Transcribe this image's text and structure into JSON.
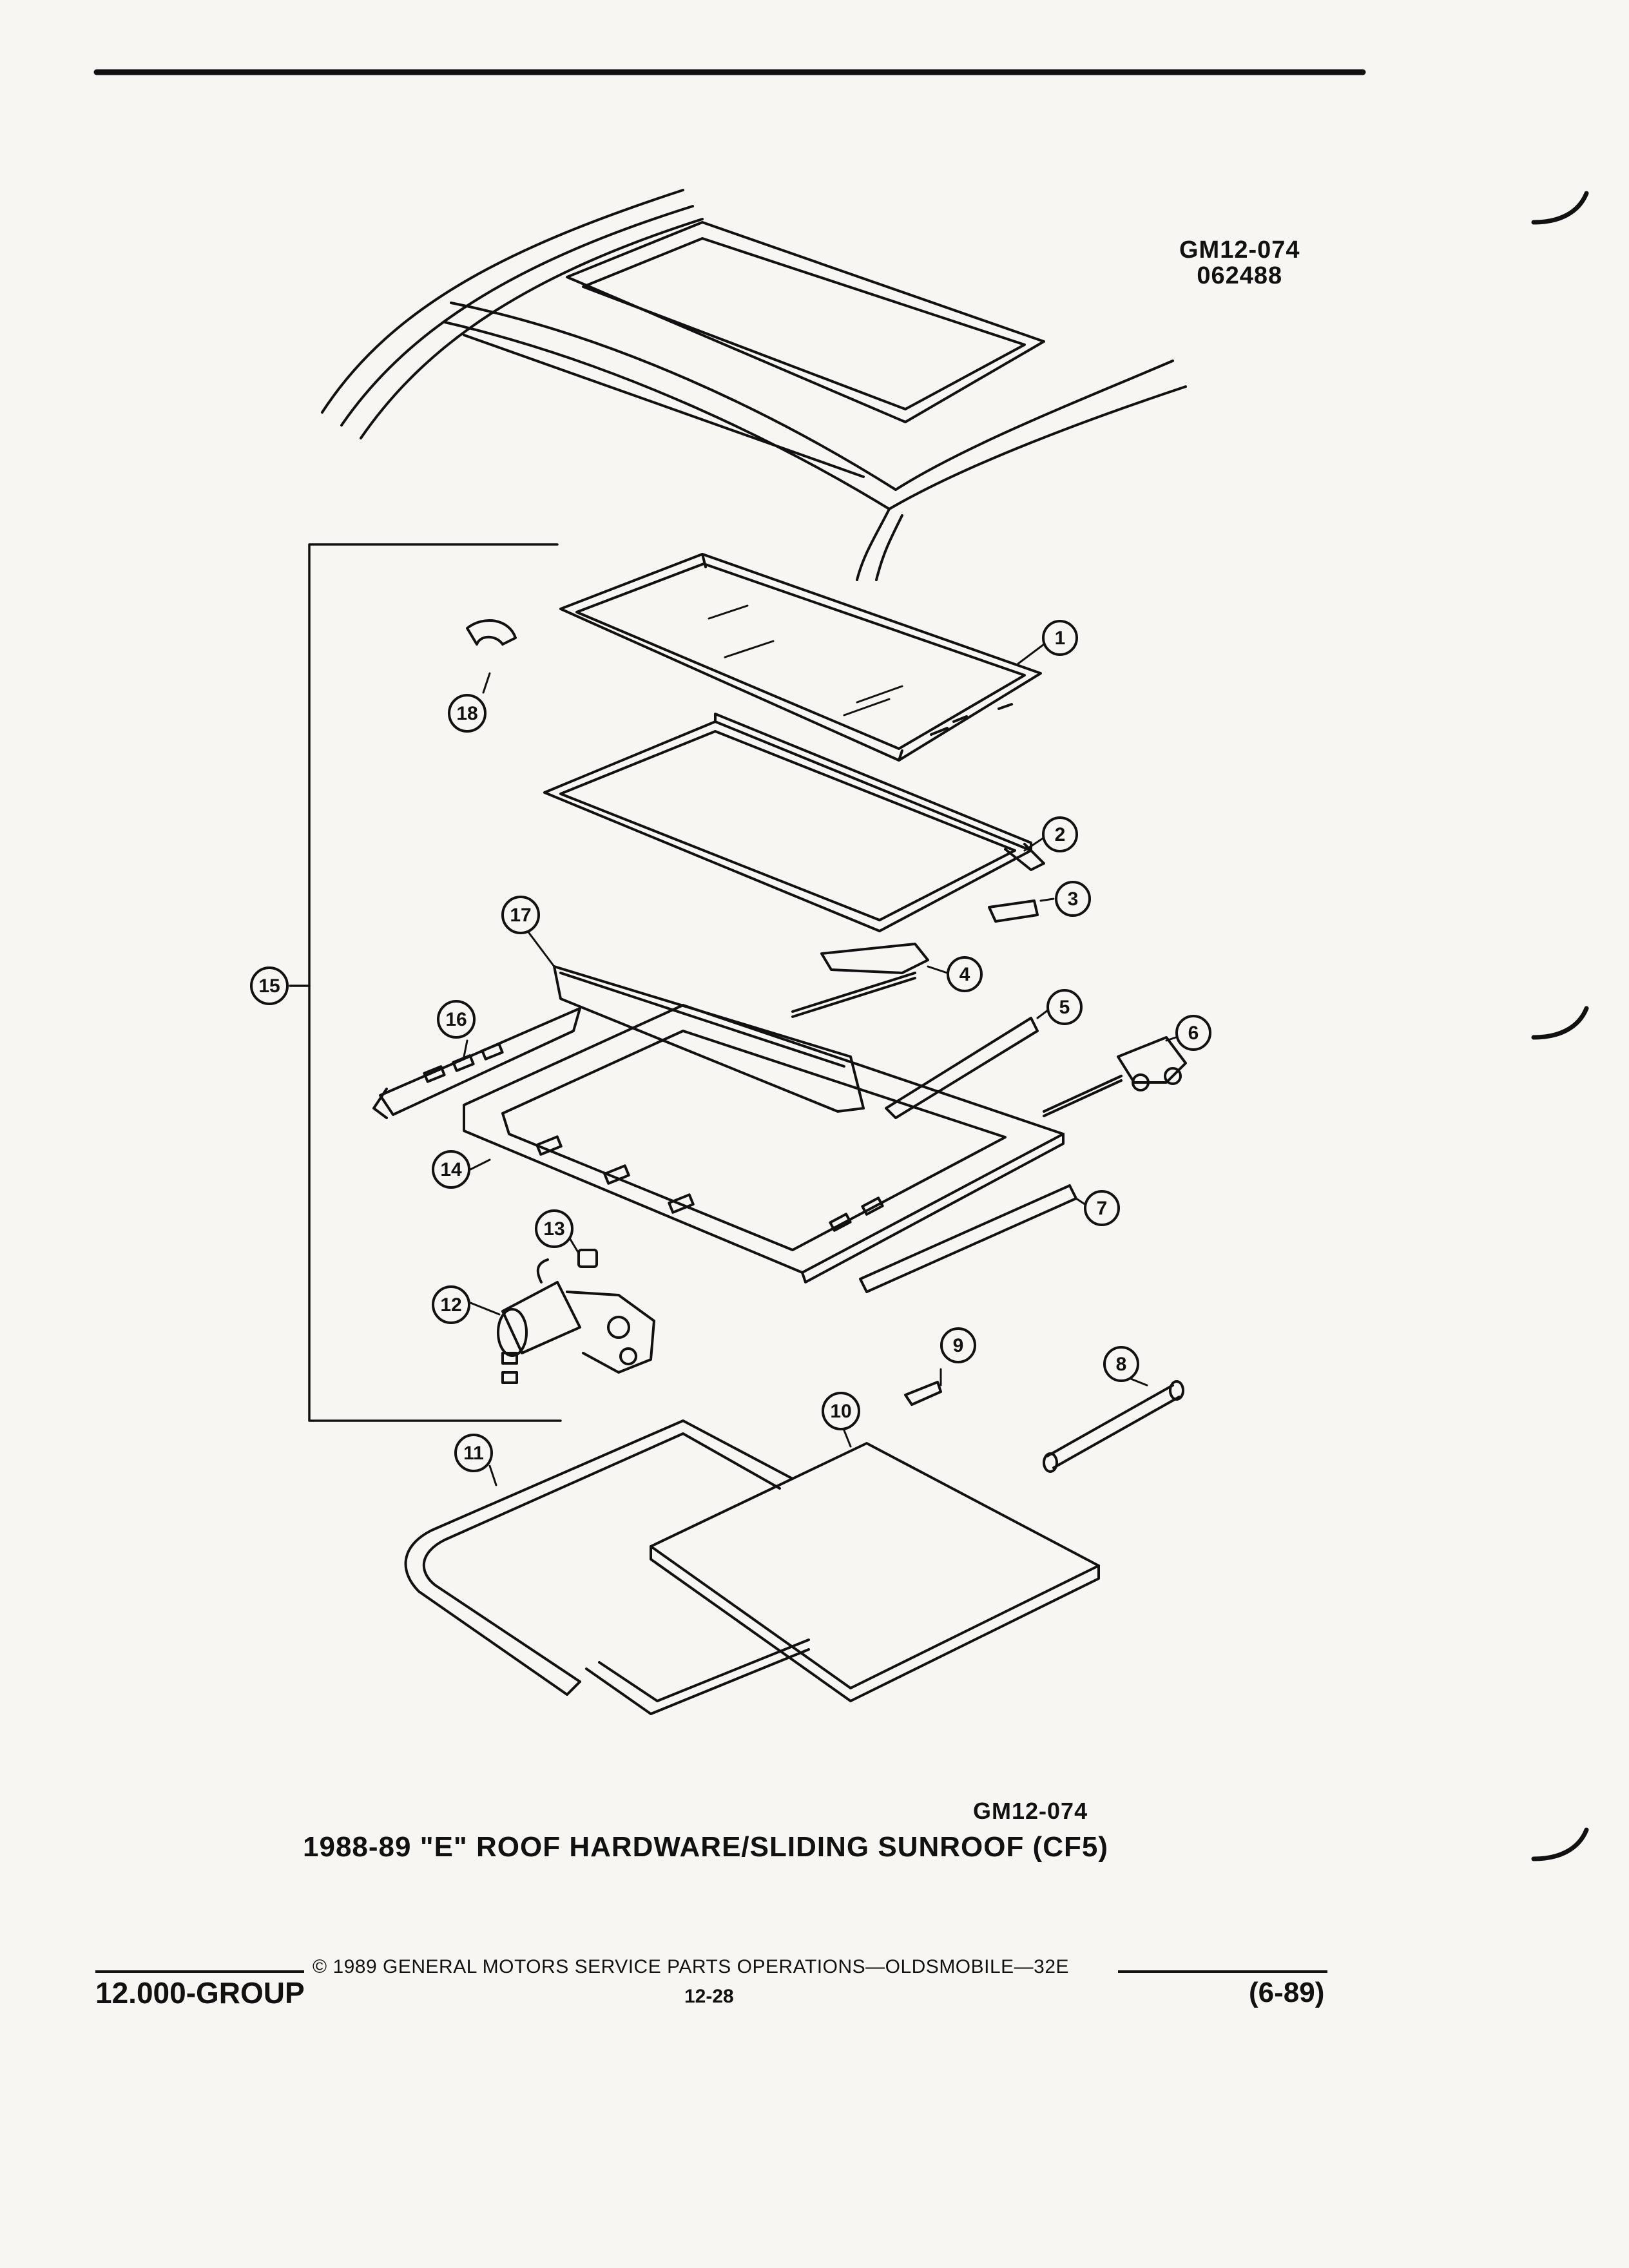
{
  "document": {
    "figure_code": "GM12-074",
    "figure_date_code": "062488",
    "caption_code": "GM12-074",
    "caption_title": "1988-89 \"E\" ROOF HARDWARE/SLIDING SUNROOF (CF5)"
  },
  "footer": {
    "copyright": "© 1989 GENERAL MOTORS SERVICE PARTS OPERATIONS—OLDSMOBILE—32E",
    "group": "12.000-GROUP",
    "page": "12-28",
    "date": "(6-89)"
  },
  "callouts": [
    {
      "id": "c1",
      "label": "1"
    },
    {
      "id": "c2",
      "label": "2"
    },
    {
      "id": "c3",
      "label": "3"
    },
    {
      "id": "c4",
      "label": "4"
    },
    {
      "id": "c5",
      "label": "5"
    },
    {
      "id": "c6",
      "label": "6"
    },
    {
      "id": "c7",
      "label": "7"
    },
    {
      "id": "c8",
      "label": "8"
    },
    {
      "id": "c9",
      "label": "9"
    },
    {
      "id": "c10",
      "label": "10"
    },
    {
      "id": "c11",
      "label": "11"
    },
    {
      "id": "c12",
      "label": "12"
    },
    {
      "id": "c13",
      "label": "13"
    },
    {
      "id": "c14",
      "label": "14"
    },
    {
      "id": "c15",
      "label": "15"
    },
    {
      "id": "c16",
      "label": "16"
    },
    {
      "id": "c17",
      "label": "17"
    },
    {
      "id": "c18",
      "label": "18"
    }
  ],
  "colors": {
    "ink": "#111111",
    "paper": "#f7f6f3"
  }
}
